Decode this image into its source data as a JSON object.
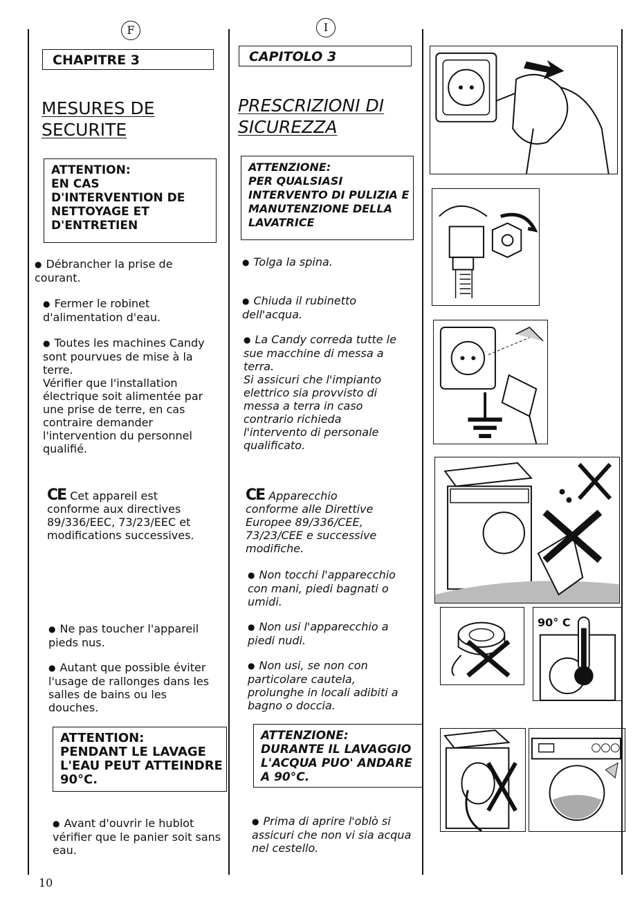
{
  "french": {
    "lang_marker": "F",
    "chapter": "CHAPITRE 3",
    "heading": [
      "MESURES DE",
      "SECURITE"
    ],
    "attention_box": [
      "ATTENTION:",
      "EN CAS",
      "D'INTERVENTION DE",
      "NETTOYAGE ET",
      "D'ENTRETIEN"
    ],
    "p1": [
      "Débrancher la prise de",
      "courant."
    ],
    "p2": [
      "Fermer le robinet",
      "d'alimentation d'eau."
    ],
    "p3": [
      "Toutes les machines Candy",
      "sont pourvues de mise à la",
      "terre.",
      "Vérifier que l'installation",
      "électrique soit alimentée par",
      "une prise de terre, en cas",
      "contraire demander",
      "l'intervention du personnel",
      "qualifié."
    ],
    "ce_mark": "CE",
    "p4": [
      "Cet appareil est",
      "conforme aux directives",
      "89/336/EEC, 73/23/EEC et",
      "modifications successives."
    ],
    "p5": [
      "Ne pas toucher l'appareil",
      "pieds nus."
    ],
    "p6": [
      "Autant que possible éviter",
      "l'usage de rallonges dans les",
      "salles de bains ou les",
      "douches."
    ],
    "attention_box2": [
      "ATTENTION:",
      "PENDANT LE LAVAGE",
      "L'EAU PEUT ATTEINDRE",
      "90°C."
    ],
    "p7": [
      "Avant d'ouvrir le hublot",
      "vérifier que le panier soit sans",
      "eau."
    ]
  },
  "italian": {
    "lang_marker": "I",
    "chapter": "CAPITOLO 3",
    "heading": [
      "PRESCRIZIONI DI",
      "SICUREZZA"
    ],
    "attention_box": [
      "ATTENZIONE:",
      "PER QUALSIASI",
      "INTERVENTO DI PULIZIA E",
      "MANUTENZIONE DELLA",
      "LAVATRICE"
    ],
    "p1": [
      "Tolga la spina."
    ],
    "p2": [
      "Chiuda il rubinetto",
      "dell'acqua."
    ],
    "p3": [
      "La Candy corredа tutte le",
      "sue macchine di messa a",
      "terra.",
      "Si assicuri che l'impianto",
      "elettrico sia provvisto di",
      "messa a terra in caso",
      "contrario richieda",
      "l'intervento di personale",
      "qualificato."
    ],
    "ce_mark": "CE",
    "p4": [
      "Apparecchio",
      "conforme alle Direttive",
      "Europee 89/336/CEE,",
      "73/23/CEE e successive",
      "modifiche."
    ],
    "p5": [
      "Non tocchi l'apparecchio",
      "con mani, piedi bagnati o",
      "umidi."
    ],
    "p6": [
      "Non usi l'apparecchio a",
      "piedi nudi."
    ],
    "p7": [
      "Non usi, se non con",
      "particolare cautela,",
      "prolunghe in locali adibiti a",
      "bagno o doccia."
    ],
    "attention_box2": [
      "ATTENZIONE:",
      "DURANTE IL LAVAGGIO",
      "L'ACQUA PUO' ANDARE",
      "A 90°C."
    ],
    "p8": [
      "Prima di aprire l'oblò si",
      "assicuri che non vi sia acqua",
      "nel cestello."
    ]
  },
  "illustrations": {
    "thermometer_label": "90° C"
  },
  "page_number": "10"
}
